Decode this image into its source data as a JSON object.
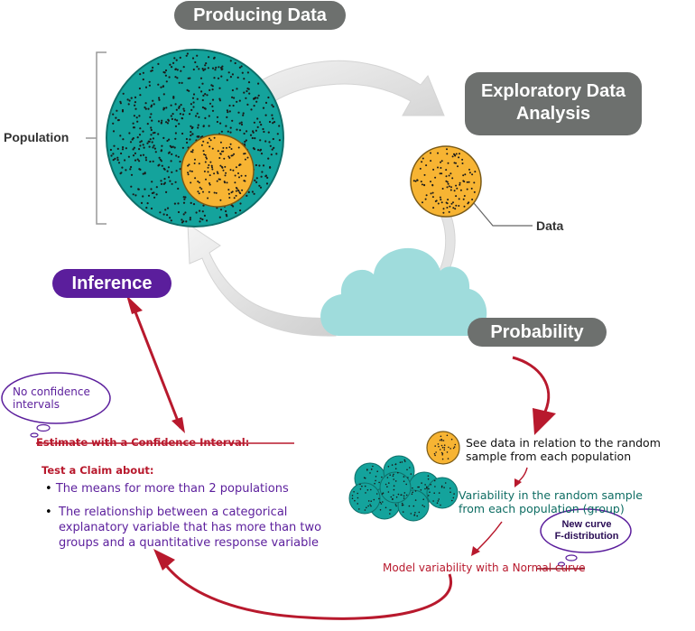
{
  "stages": {
    "producing_data": "Producing Data",
    "exploratory_line1": "Exploratory Data",
    "exploratory_line2": "Analysis",
    "probability": "Probability",
    "inference": "Inference"
  },
  "labels": {
    "population": "Population",
    "data": "Data"
  },
  "bubbles": {
    "no_ci_line1": "No confidence",
    "no_ci_line2": "intervals",
    "new_curve_line1": "New curve",
    "new_curve_line2": "F-distribution"
  },
  "inference_box": {
    "struck_heading": "Estimate with a Confidence Interval:",
    "test_heading": "Test a Claim about:",
    "bullet1": "The means for more than 2 populations",
    "bullet2_line1": "The relationship between a categorical",
    "bullet2_line2": "explanatory variable that has more than two",
    "bullet2_line3": "groups and a quantitative response variable"
  },
  "probability_steps": {
    "step1_line1": "See data in relation to the random",
    "step1_line2": "sample from each population",
    "step2_line1": "Variability in the random sample",
    "step2_line2": "from each population (group)",
    "step3_prefix": "Model variability with a ",
    "step3_struck": "Normal",
    "step3_suffix": " curve"
  },
  "colors": {
    "teal": "#14a39c",
    "orange": "#f7b433",
    "gray_pill": "#6d706e",
    "purple": "#5b1e9c",
    "red": "#b8192d",
    "dark_teal": "#0e6d63",
    "cloud": "#9fdcdc"
  }
}
